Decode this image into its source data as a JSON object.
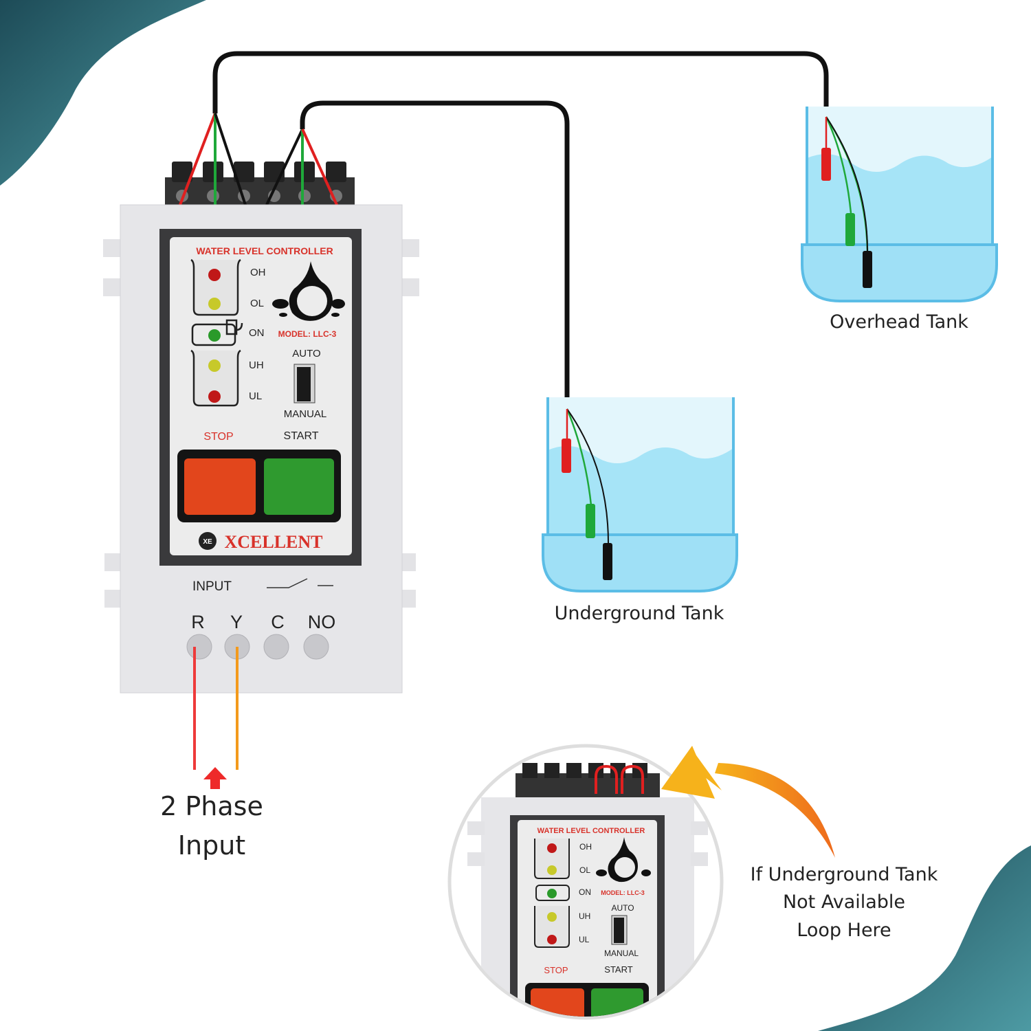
{
  "controller": {
    "title": "WATER LEVEL CONTROLLER",
    "model": "MODEL: LLC-3",
    "indicators": [
      "OH",
      "OL",
      "ON",
      "UH",
      "UL"
    ],
    "switch_top": "AUTO",
    "switch_bottom": "MANUAL",
    "stop_label": "STOP",
    "start_label": "START",
    "brand": "XCELLENT",
    "brand_badge": "XE",
    "input_label": "INPUT",
    "terminals": [
      "R",
      "Y",
      "C",
      "NO"
    ]
  },
  "tanks": {
    "overhead": "Overhead Tank",
    "underground": "Underground Tank"
  },
  "input_caption": [
    "2 Phase",
    "Input"
  ],
  "inset_note": [
    "If Underground Tank",
    "Not Available",
    "Loop Here"
  ],
  "colors": {
    "accent_teal": "#2f6f7a",
    "water": "#a6e4f7",
    "tank_outline": "#5bbde6",
    "stop_button": "#e2461c",
    "start_button": "#2f9a2f",
    "probe_red": "#e02020",
    "probe_green": "#1fa83a",
    "arrow_orange": "#f28a1a"
  }
}
